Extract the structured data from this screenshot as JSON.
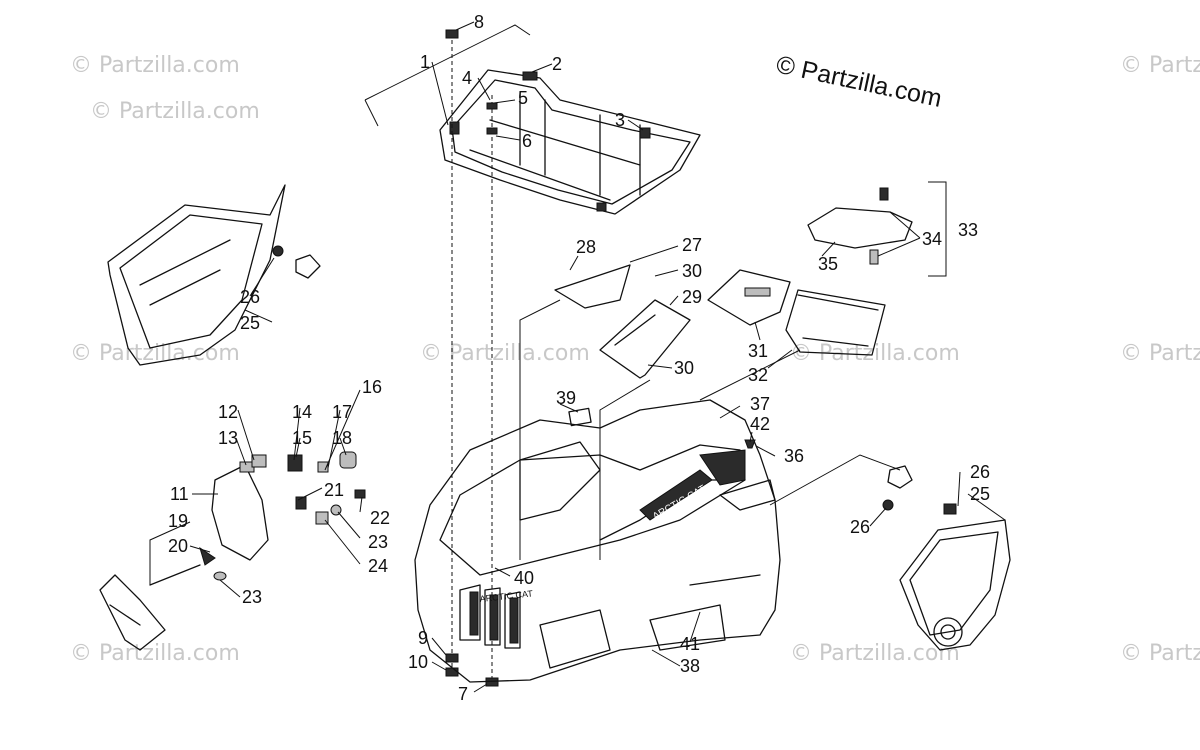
{
  "copyright": "© Partzilla.com",
  "watermark_text": "© Partzilla.com",
  "callouts": [
    "8",
    "1",
    "2",
    "4",
    "5",
    "3",
    "6",
    "28",
    "27",
    "30",
    "29",
    "31",
    "32",
    "33",
    "34",
    "35",
    "26",
    "25",
    "16",
    "12",
    "14",
    "17",
    "13",
    "15",
    "18",
    "11",
    "21",
    "22",
    "19",
    "20",
    "23",
    "24",
    "39",
    "37",
    "42",
    "36",
    "40",
    "9",
    "10",
    "7",
    "41",
    "38"
  ],
  "colors": {
    "line": "#111111",
    "watermark": "#c8c8c8",
    "background": "#ffffff"
  }
}
